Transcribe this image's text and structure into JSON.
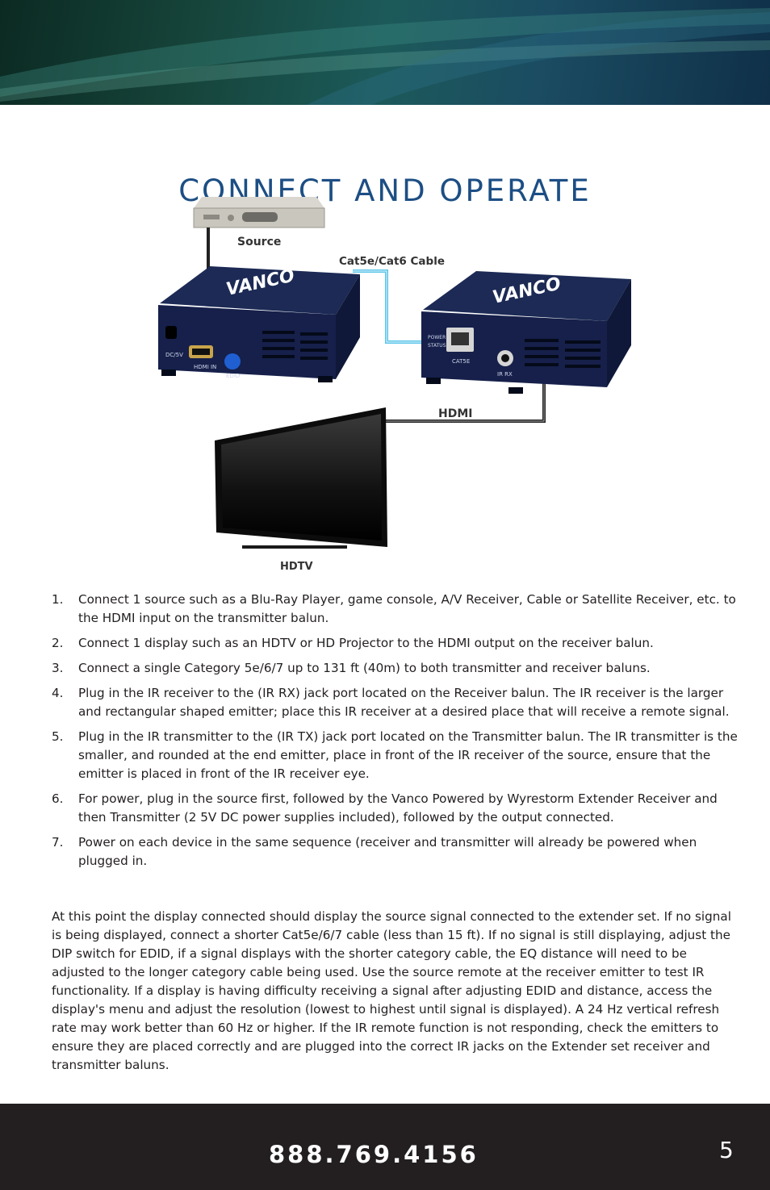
{
  "header": {
    "title": "CONNECT AND OPERATE"
  },
  "diagram": {
    "source_label": "Source",
    "cable_label": "Cat5e/Cat6 Cable",
    "hdmi_label": "HDMI",
    "hdtv_label": "HDTV",
    "brand_logo": "VANCO",
    "tx_ports": [
      "DC/5V",
      "HDMI IN",
      "EDID"
    ],
    "rx_ports": [
      "POWER",
      "STATUS",
      "CAT5E",
      "IR RX"
    ]
  },
  "steps": [
    {
      "num": "1.",
      "text": "Connect 1 source such as a Blu-Ray Player, game console, A/V Receiver, Cable or Satellite Receiver, etc. to the HDMI input on the transmitter balun."
    },
    {
      "num": "2.",
      "text": "Connect 1 display such as an HDTV or HD Projector to the HDMI output on the receiver balun."
    },
    {
      "num": "3.",
      "text": "Connect a single Category 5e/6/7 up to 131 ft (40m) to both transmitter and receiver baluns."
    },
    {
      "num": "4.",
      "text": "Plug in the IR receiver to the (IR RX) jack port located on the Receiver balun.  The IR receiver is the larger and rectangular shaped emitter; place this IR receiver at a desired place that will receive a remote signal."
    },
    {
      "num": "5.",
      "text": "Plug in the IR transmitter to the (IR TX) jack port located on the Transmitter balun.  The IR transmitter is the smaller, and rounded at the end emitter, place in front of the IR receiver of the source, ensure that the emitter is placed in front of the IR receiver eye."
    },
    {
      "num": "6.",
      "text": "For power, plug in the source first, followed by the Vanco Powered by Wyrestorm Extender Receiver and then Transmitter (2 5V DC power supplies included), followed by the output connected."
    },
    {
      "num": "7.",
      "text": "Power on each device in the same sequence (receiver and transmitter will already be powered when plugged in."
    }
  ],
  "paragraph": "At this point the display connected should display the source signal connected to the extender set.  If no signal is being displayed, connect a shorter Cat5e/6/7 cable (less than 15 ft).  If no signal is still displaying, adjust the DIP switch for EDID, if a signal displays with the shorter category cable, the EQ distance will need to be adjusted to the longer category cable being used.  Use the source remote at the receiver emitter to test IR functionality.  If a display is having difficulty receiving a signal after adjusting EDID and distance, access the display's menu and adjust the resolution (lowest to highest until signal is displayed).  A 24 Hz vertical refresh rate may work better than 60 Hz or higher.  If the IR remote function is not responding, check the emitters to ensure they are placed correctly and are plugged into the correct IR jacks on the Extender set receiver and transmitter baluns.",
  "footer": {
    "phone": "888.769.4156",
    "page_number": "5"
  },
  "colors": {
    "title": "#1c4e84",
    "footer_bg": "#231f20",
    "cable": "#5bc4e8"
  }
}
